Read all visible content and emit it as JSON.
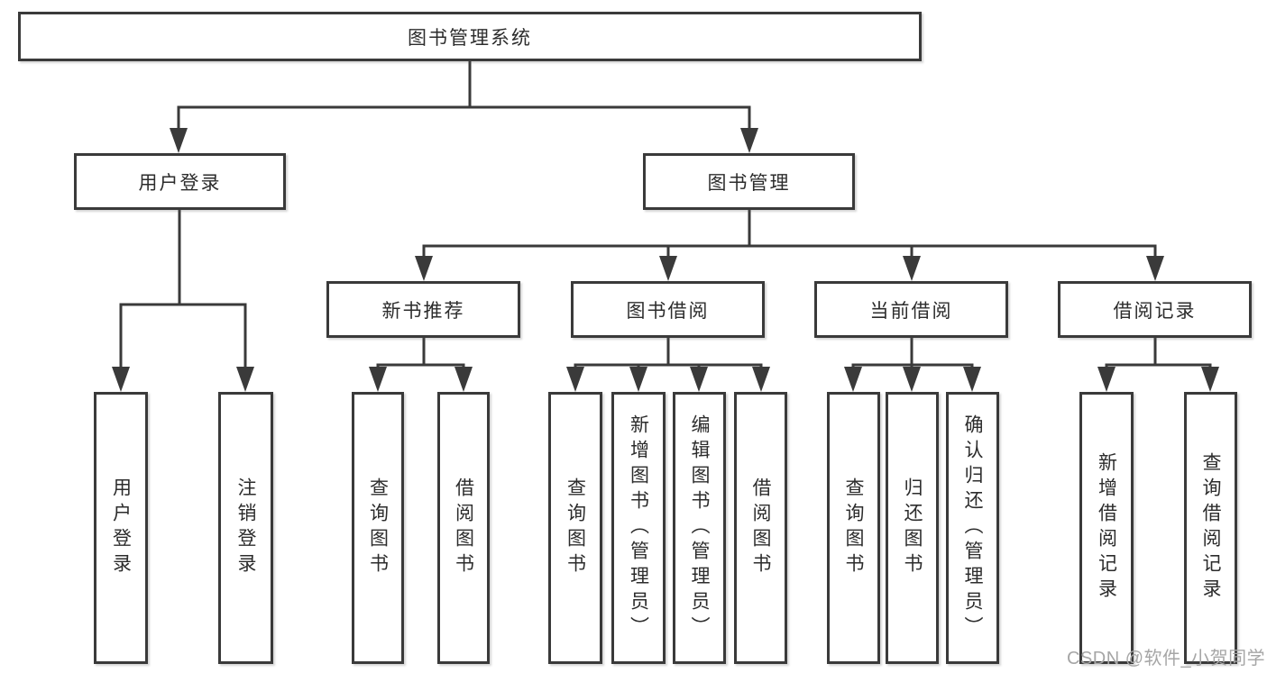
{
  "tree": {
    "root": {
      "label": "图书管理系统"
    },
    "branches": [
      {
        "label": "用户登录",
        "children": [
          {
            "label": "用户登录"
          },
          {
            "label": "注销登录"
          }
        ]
      },
      {
        "label": "图书管理",
        "children": [
          {
            "label": "新书推荐",
            "children": [
              {
                "label": "查询图书"
              },
              {
                "label": "借阅图书"
              }
            ]
          },
          {
            "label": "图书借阅",
            "children": [
              {
                "label": "查询图书"
              },
              {
                "label": "新增图书（管理员）"
              },
              {
                "label": "编辑图书（管理员）"
              },
              {
                "label": "借阅图书"
              }
            ]
          },
          {
            "label": "当前借阅",
            "children": [
              {
                "label": "查询图书"
              },
              {
                "label": "归还图书"
              },
              {
                "label": "确认归还（管理员）"
              }
            ]
          },
          {
            "label": "借阅记录",
            "children": [
              {
                "label": "新增借阅记录"
              },
              {
                "label": "查询借阅记录"
              }
            ]
          }
        ]
      }
    ]
  },
  "watermark": "CSDN @软件_小贺同学",
  "colors": {
    "line": "#3a3a3a",
    "box_border": "#3a3a3a",
    "text": "#2c2c2c",
    "watermark": "#a6a6a6",
    "background": "#ffffff"
  }
}
